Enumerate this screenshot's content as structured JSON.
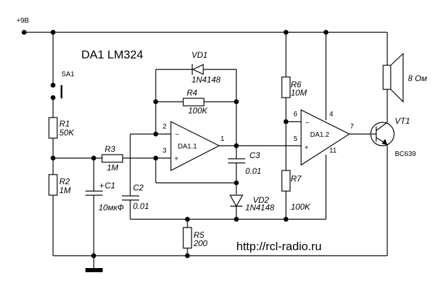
{
  "title": "DA1 LM324",
  "supply_label": "+9В",
  "website": "http://rcl-radio.ru",
  "components": {
    "SA1": {
      "ref": "SA1"
    },
    "R1": {
      "ref": "R1",
      "value": "50K"
    },
    "R2": {
      "ref": "R2",
      "value": "1M"
    },
    "R3": {
      "ref": "R3",
      "value": "1M"
    },
    "R4": {
      "ref": "R4",
      "value": "100K"
    },
    "R5": {
      "ref": "R5",
      "value": "200"
    },
    "R6": {
      "ref": "R6",
      "value": "10M"
    },
    "R7": {
      "ref": "R7",
      "value": "100K"
    },
    "C1": {
      "ref": "C1",
      "value": "10мкФ",
      "polarity": "+"
    },
    "C2": {
      "ref": "C2",
      "value": "0.01"
    },
    "C3": {
      "ref": "C3",
      "value": "0.01"
    },
    "VD1": {
      "ref": "VD1",
      "value": "1N4148"
    },
    "VD2": {
      "ref": "VD2",
      "value": "1N4148"
    },
    "VT1": {
      "ref": "VT1",
      "value": "BC639"
    },
    "speaker": {
      "value": "8 Ом"
    },
    "DA1_1": {
      "ref": "DA1.1",
      "pin_inv": "2",
      "pin_noninv": "3",
      "pin_out": "1",
      "inv_sign": "−",
      "noninv_sign": "+"
    },
    "DA1_2": {
      "ref": "DA1.2",
      "pin_inv": "6",
      "pin_noninv": "5",
      "pin_out": "7",
      "pin_vcc": "4",
      "pin_gnd": "11",
      "inv_sign": "−",
      "noninv_sign": "+"
    }
  }
}
